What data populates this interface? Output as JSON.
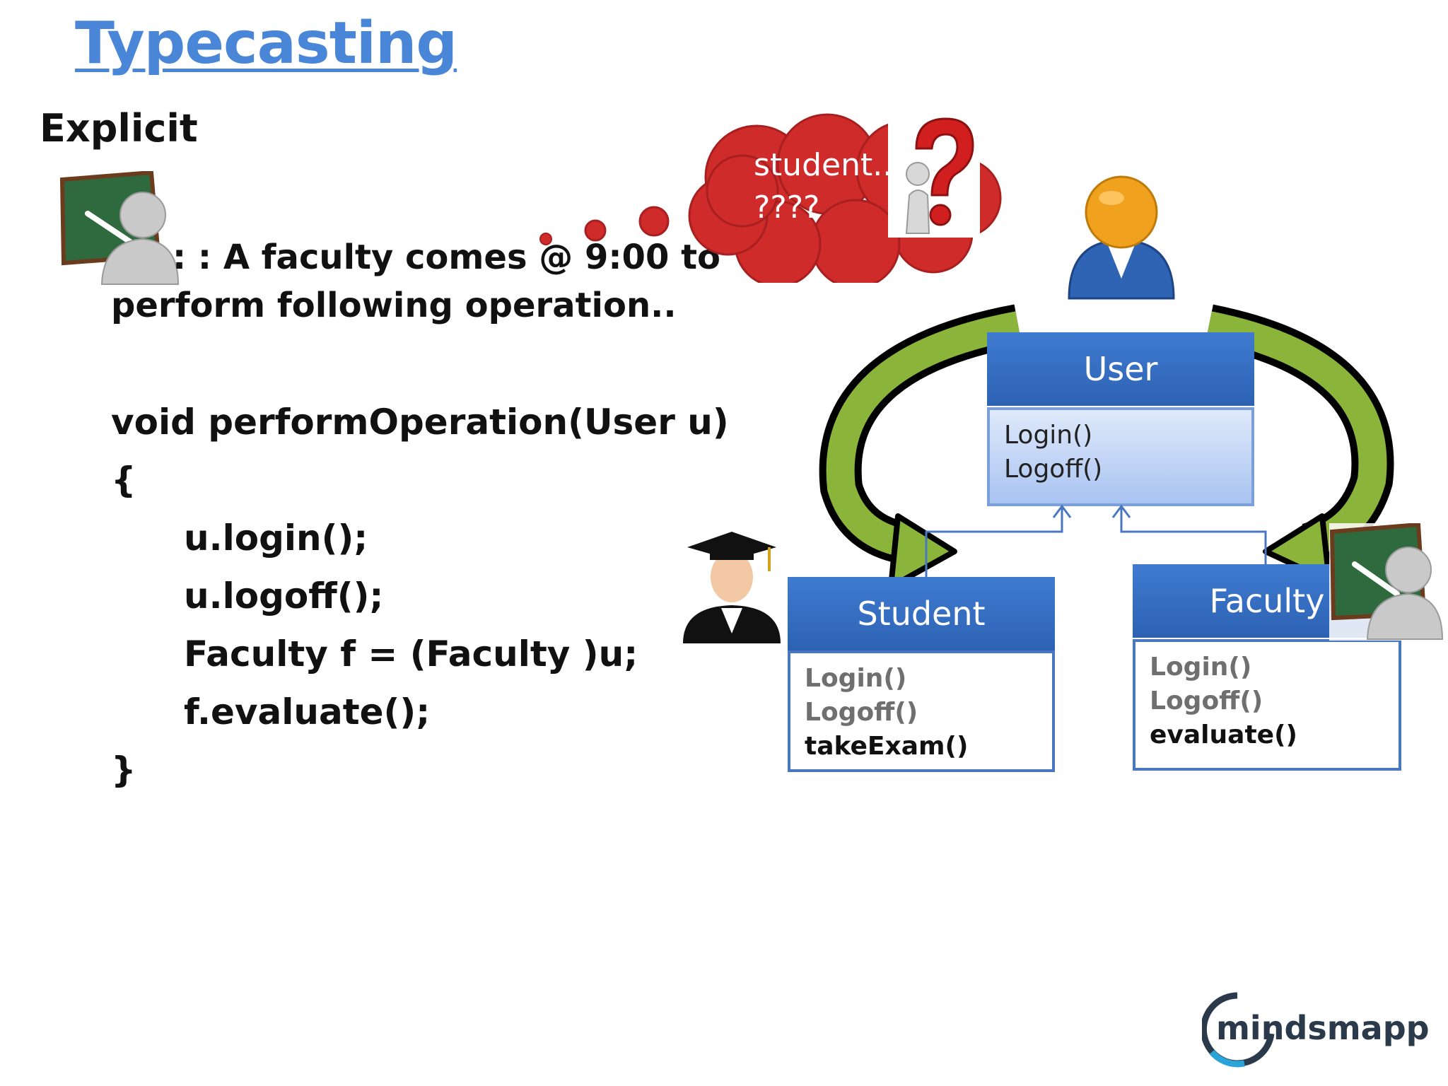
{
  "slide": {
    "title": "Typecasting",
    "subtitle": "Explicit",
    "intro_line1": ": : A faculty comes @ 9:00 to",
    "intro_line2": "perform following operation..",
    "code": [
      "void performOperation(User u)",
      "{",
      "u.login();",
      "u.logoff();",
      "Faculty f = (Faculty )u;",
      "f.evaluate();",
      "}"
    ]
  },
  "thought": {
    "line1": "student..",
    "line2": "????",
    "cloud_color": "#cf2b2b"
  },
  "uml": {
    "user": {
      "name": "User",
      "methods": [
        "Login()",
        "Logoff()"
      ]
    },
    "student": {
      "name": "Student",
      "methods": [
        "Login()",
        "Logoff()",
        "takeExam()"
      ]
    },
    "faculty": {
      "name": "Faculty",
      "methods": [
        "Login()",
        "Logoff()",
        "evaluate()"
      ]
    }
  },
  "logo": {
    "text": "mindsmapped"
  },
  "colors": {
    "title": "#4a86d8",
    "class_header": "#3f7bd0",
    "arrow_green": "#8ab53a"
  }
}
